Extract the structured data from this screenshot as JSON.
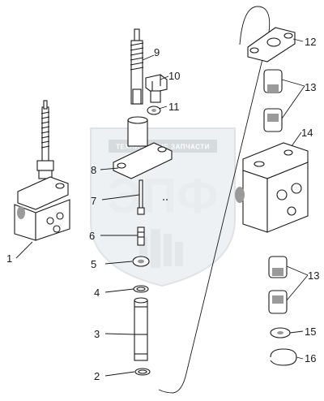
{
  "watermark": {
    "top_text": "ТЕХНИЧЕСКИЕ ЗАПЧАСТИ",
    "logo_text": "ЭПФ"
  },
  "callouts": [
    {
      "id": "1",
      "label": "1"
    },
    {
      "id": "2",
      "label": "2"
    },
    {
      "id": "3",
      "label": "3"
    },
    {
      "id": "4",
      "label": "4"
    },
    {
      "id": "5",
      "label": "5"
    },
    {
      "id": "6",
      "label": "6"
    },
    {
      "id": "7",
      "label": "7"
    },
    {
      "id": "8",
      "label": "8"
    },
    {
      "id": "9",
      "label": "9"
    },
    {
      "id": "10",
      "label": "10"
    },
    {
      "id": "11",
      "label": "11"
    },
    {
      "id": "12",
      "label": "12"
    },
    {
      "id": "13a",
      "label": "13"
    },
    {
      "id": "14",
      "label": "14"
    },
    {
      "id": "13b",
      "label": "13"
    },
    {
      "id": "15",
      "label": "15"
    },
    {
      "id": "16",
      "label": "16"
    }
  ],
  "colors": {
    "line": "#1a1a1a",
    "watermark": "#dfe3e6",
    "background": "#ffffff"
  }
}
